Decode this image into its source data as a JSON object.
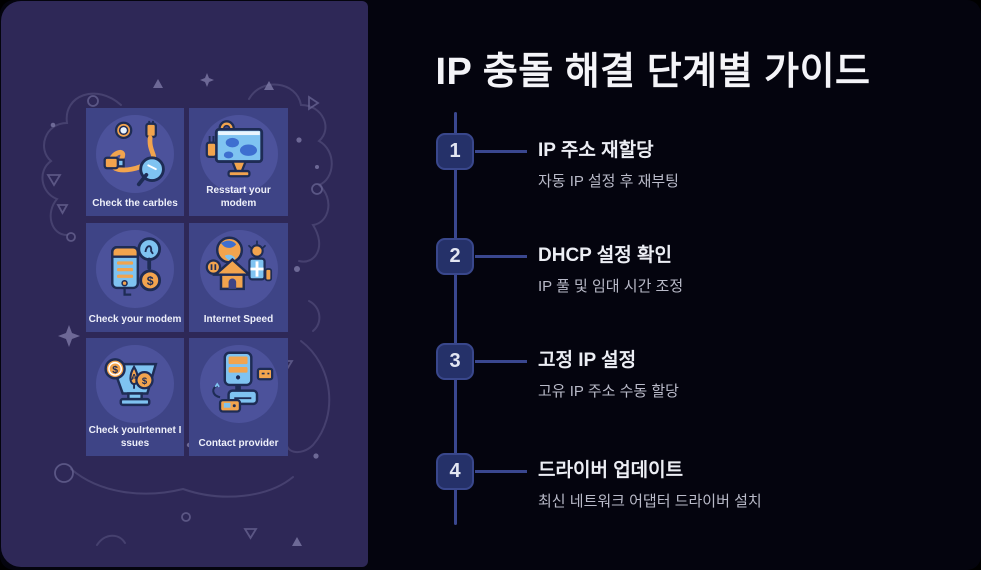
{
  "title": "IP 충돌 해결 단계별 가이드",
  "tiles": [
    {
      "label": "Check the carbles",
      "icon": "cable-magnifier-icon"
    },
    {
      "label": "Resstart your modem",
      "icon": "monitor-gear-icon"
    },
    {
      "label": "Check your modem",
      "icon": "modem-magnifier-icon"
    },
    {
      "label": "Internet Speed",
      "icon": "globe-house-speed-icon"
    },
    {
      "label": "Check youIrtennet I ssues",
      "icon": "basket-coins-icon"
    },
    {
      "label": "Contact provider",
      "icon": "computer-modem-icon"
    }
  ],
  "steps": [
    {
      "number": "1",
      "title": "IP 주소 재할당",
      "description": "자동 IP 설정 후 재부팅"
    },
    {
      "number": "2",
      "title": "DHCP 설정 확인",
      "description": "IP 풀 및 임대 시간 조정"
    },
    {
      "number": "3",
      "title": "고정 IP 설정",
      "description": "고유 IP 주소 수동 할당"
    },
    {
      "number": "4",
      "title": "드라이버 업데이트",
      "description": "최신 네트워크 어댑터 드라이버 설치"
    }
  ],
  "colors": {
    "background": "#04040e",
    "panel_purple": "#2e2857",
    "tile_indigo": "#3e4486",
    "tile_circle": "#4c529b",
    "accent_orange": "#f2a44e",
    "accent_blue": "#7fc3f1",
    "badge_blue": "#253169",
    "timeline_line": "#3a478f",
    "title_text": "#f4f4f8",
    "step_desc_text": "#b9bac8"
  }
}
